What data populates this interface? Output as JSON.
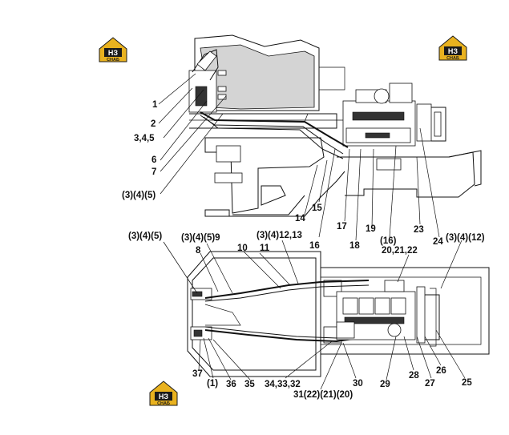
{
  "logo": {
    "text": "НЗ",
    "subtext": "СНАБ",
    "gold": "#e9b21f",
    "black": "#1a1a1a"
  },
  "side_view": {
    "callouts": [
      "1",
      "2",
      "3,4,5",
      "6",
      "7",
      "(3)(4)(5)",
      "14",
      "15",
      "16",
      "17",
      "18",
      "19",
      "(16)",
      "23",
      "24"
    ]
  },
  "top_view": {
    "callouts": [
      "(3)(4)(5)",
      "(3)(4)(5)9",
      "8",
      "10",
      "11",
      "(3)(4)12,13",
      "20,21,22",
      "(3)(4)(12)",
      "37",
      "(1)",
      "36",
      "35",
      "34,33,32",
      "31(22)(21)(20)",
      "30",
      "29",
      "28",
      "27",
      "26",
      "25"
    ]
  }
}
